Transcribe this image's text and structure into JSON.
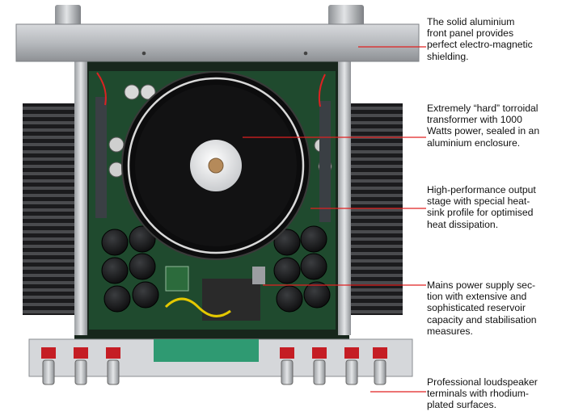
{
  "annotations": [
    {
      "id": "front-panel",
      "text": "The solid aluminium\nfront panel provides\nperfect electro-magnetic\nshielding."
    },
    {
      "id": "transformer",
      "text": "Extremely “hard” torroidal\ntransformer with 1000\nWatts power, sealed in an\naluminium enclosure."
    },
    {
      "id": "output-stage",
      "text": "High-performance output\nstage with special heat-\nsink profile for optimised\nheat dissipation."
    },
    {
      "id": "power-supply",
      "text": "Mains power supply sec-\ntion with extensive and\nsophisticated reservoir\ncapacity and stabilisation\nmeasures."
    },
    {
      "id": "speaker-terminals",
      "text": "Professional loudspeaker\nterminals with rhodium-\nplated surfaces."
    }
  ],
  "colors": {
    "leader_line": "#e02020",
    "chassis": "#b9bcc0",
    "heatsink": "#2a2a2c",
    "pcb": "#1f4a2e",
    "transformer": "#0c0c0d"
  }
}
